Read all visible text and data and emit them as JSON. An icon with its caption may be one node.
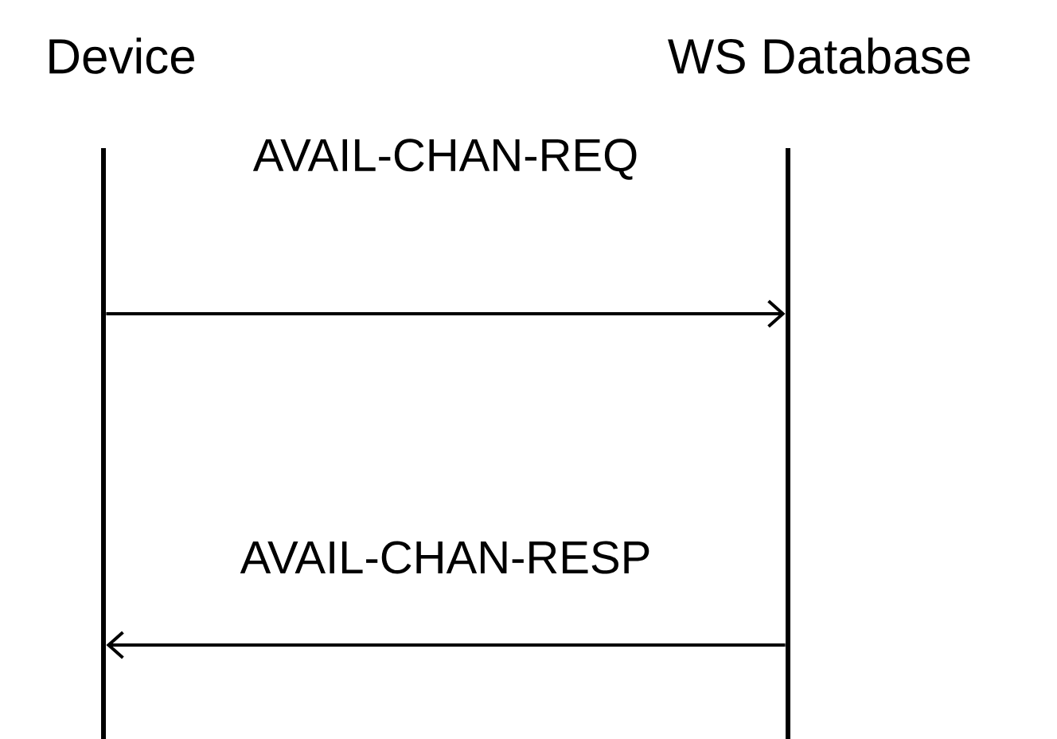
{
  "diagram": {
    "nodes": [
      {
        "text": [
          "Device"
        ]
      },
      {
        "text": [
          "WS Database"
        ]
      }
    ],
    "edges": [
      {
        "from": 0,
        "to": 1,
        "arrow": "to",
        "label": "AVAIL-CHAN-REQ"
      },
      {
        "from": 1,
        "to": 0,
        "arrow": "to",
        "label": "AVAIL-CHAN-RESP"
      }
    ]
  }
}
